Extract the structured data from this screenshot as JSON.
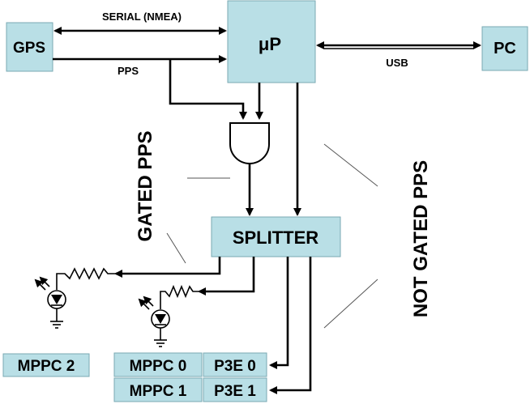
{
  "blocks": {
    "gps": "GPS",
    "microprocessor": "μP",
    "pc": "PC",
    "splitter": "SPLITTER",
    "mppc0": "MPPC 0",
    "mppc1": "MPPC 1",
    "mppc2": "MPPC 2",
    "p3e0": "P3E 0",
    "p3e1": "P3E 1"
  },
  "links": {
    "serial": "SERIAL (NMEA)",
    "pps": "PPS",
    "usb": "USB"
  },
  "annotations": {
    "gated": "GATED PPS",
    "not_gated": "NOT GATED PPS"
  },
  "colors": {
    "block_fill": "#b9dfe6"
  }
}
